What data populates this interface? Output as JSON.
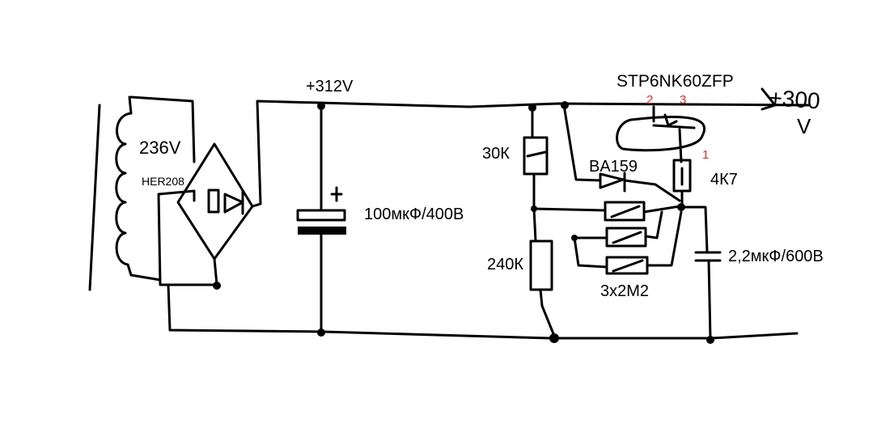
{
  "labels": {
    "voltage_ac": "236V",
    "diode": "HER208",
    "bus_voltage": "+312V",
    "capacitor_main": "100мкФ/400В",
    "resistor_30k": "30К",
    "resistor_240k": "240К",
    "transistor": "STP6NK60ZFP",
    "diode_ba159": "BA159",
    "resistor_4k7": "4К7",
    "capacitor_snubber": "2,2мкФ/600В",
    "resistor_group": "3x2M2",
    "output_voltage": "+300",
    "output_unit": "V"
  },
  "pins": {
    "pin1": "1",
    "pin2": "2",
    "pin3": "3"
  },
  "colors": {
    "ink": "#000000",
    "pin_numbers": "#d0302a"
  }
}
